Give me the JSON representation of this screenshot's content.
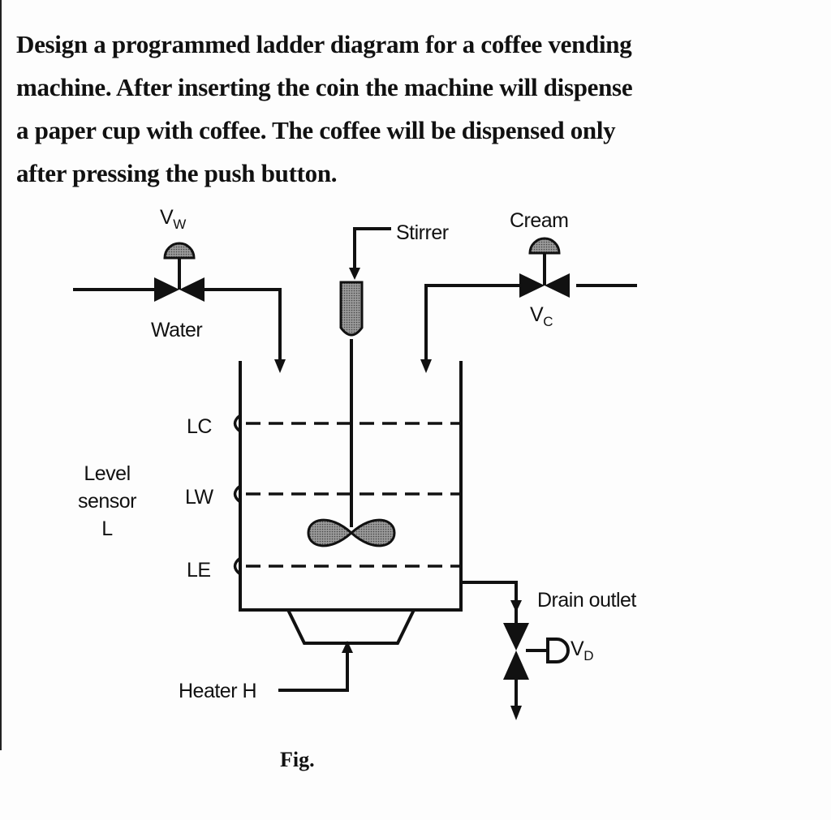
{
  "problem": {
    "lines": [
      "Design a programmed ladder diagram for a coffee vending",
      "machine. After inserting the coin the machine will dispense",
      "a paper cup with coffee. The coffee will be dispensed only",
      "after pressing the push button."
    ]
  },
  "diagram": {
    "vw_main": "V",
    "vw_sub": "W",
    "water": "Water",
    "stirrer": "Stirrer",
    "cream": "Cream",
    "vc_main": "V",
    "vc_sub": "C",
    "lc": "LC",
    "lw": "LW",
    "le": "LE",
    "level_sensor_1": "Level",
    "level_sensor_2": "sensor",
    "level_sensor_3": "L",
    "drain_outlet": "Drain outlet",
    "vd_main": "V",
    "vd_sub": "D",
    "heater": "Heater H",
    "caption": "Fig."
  },
  "icons": [
    "valve-icon",
    "actuator-icon",
    "stirrer-icon",
    "impeller-icon",
    "arrow-icon",
    "level-probe-icon"
  ]
}
